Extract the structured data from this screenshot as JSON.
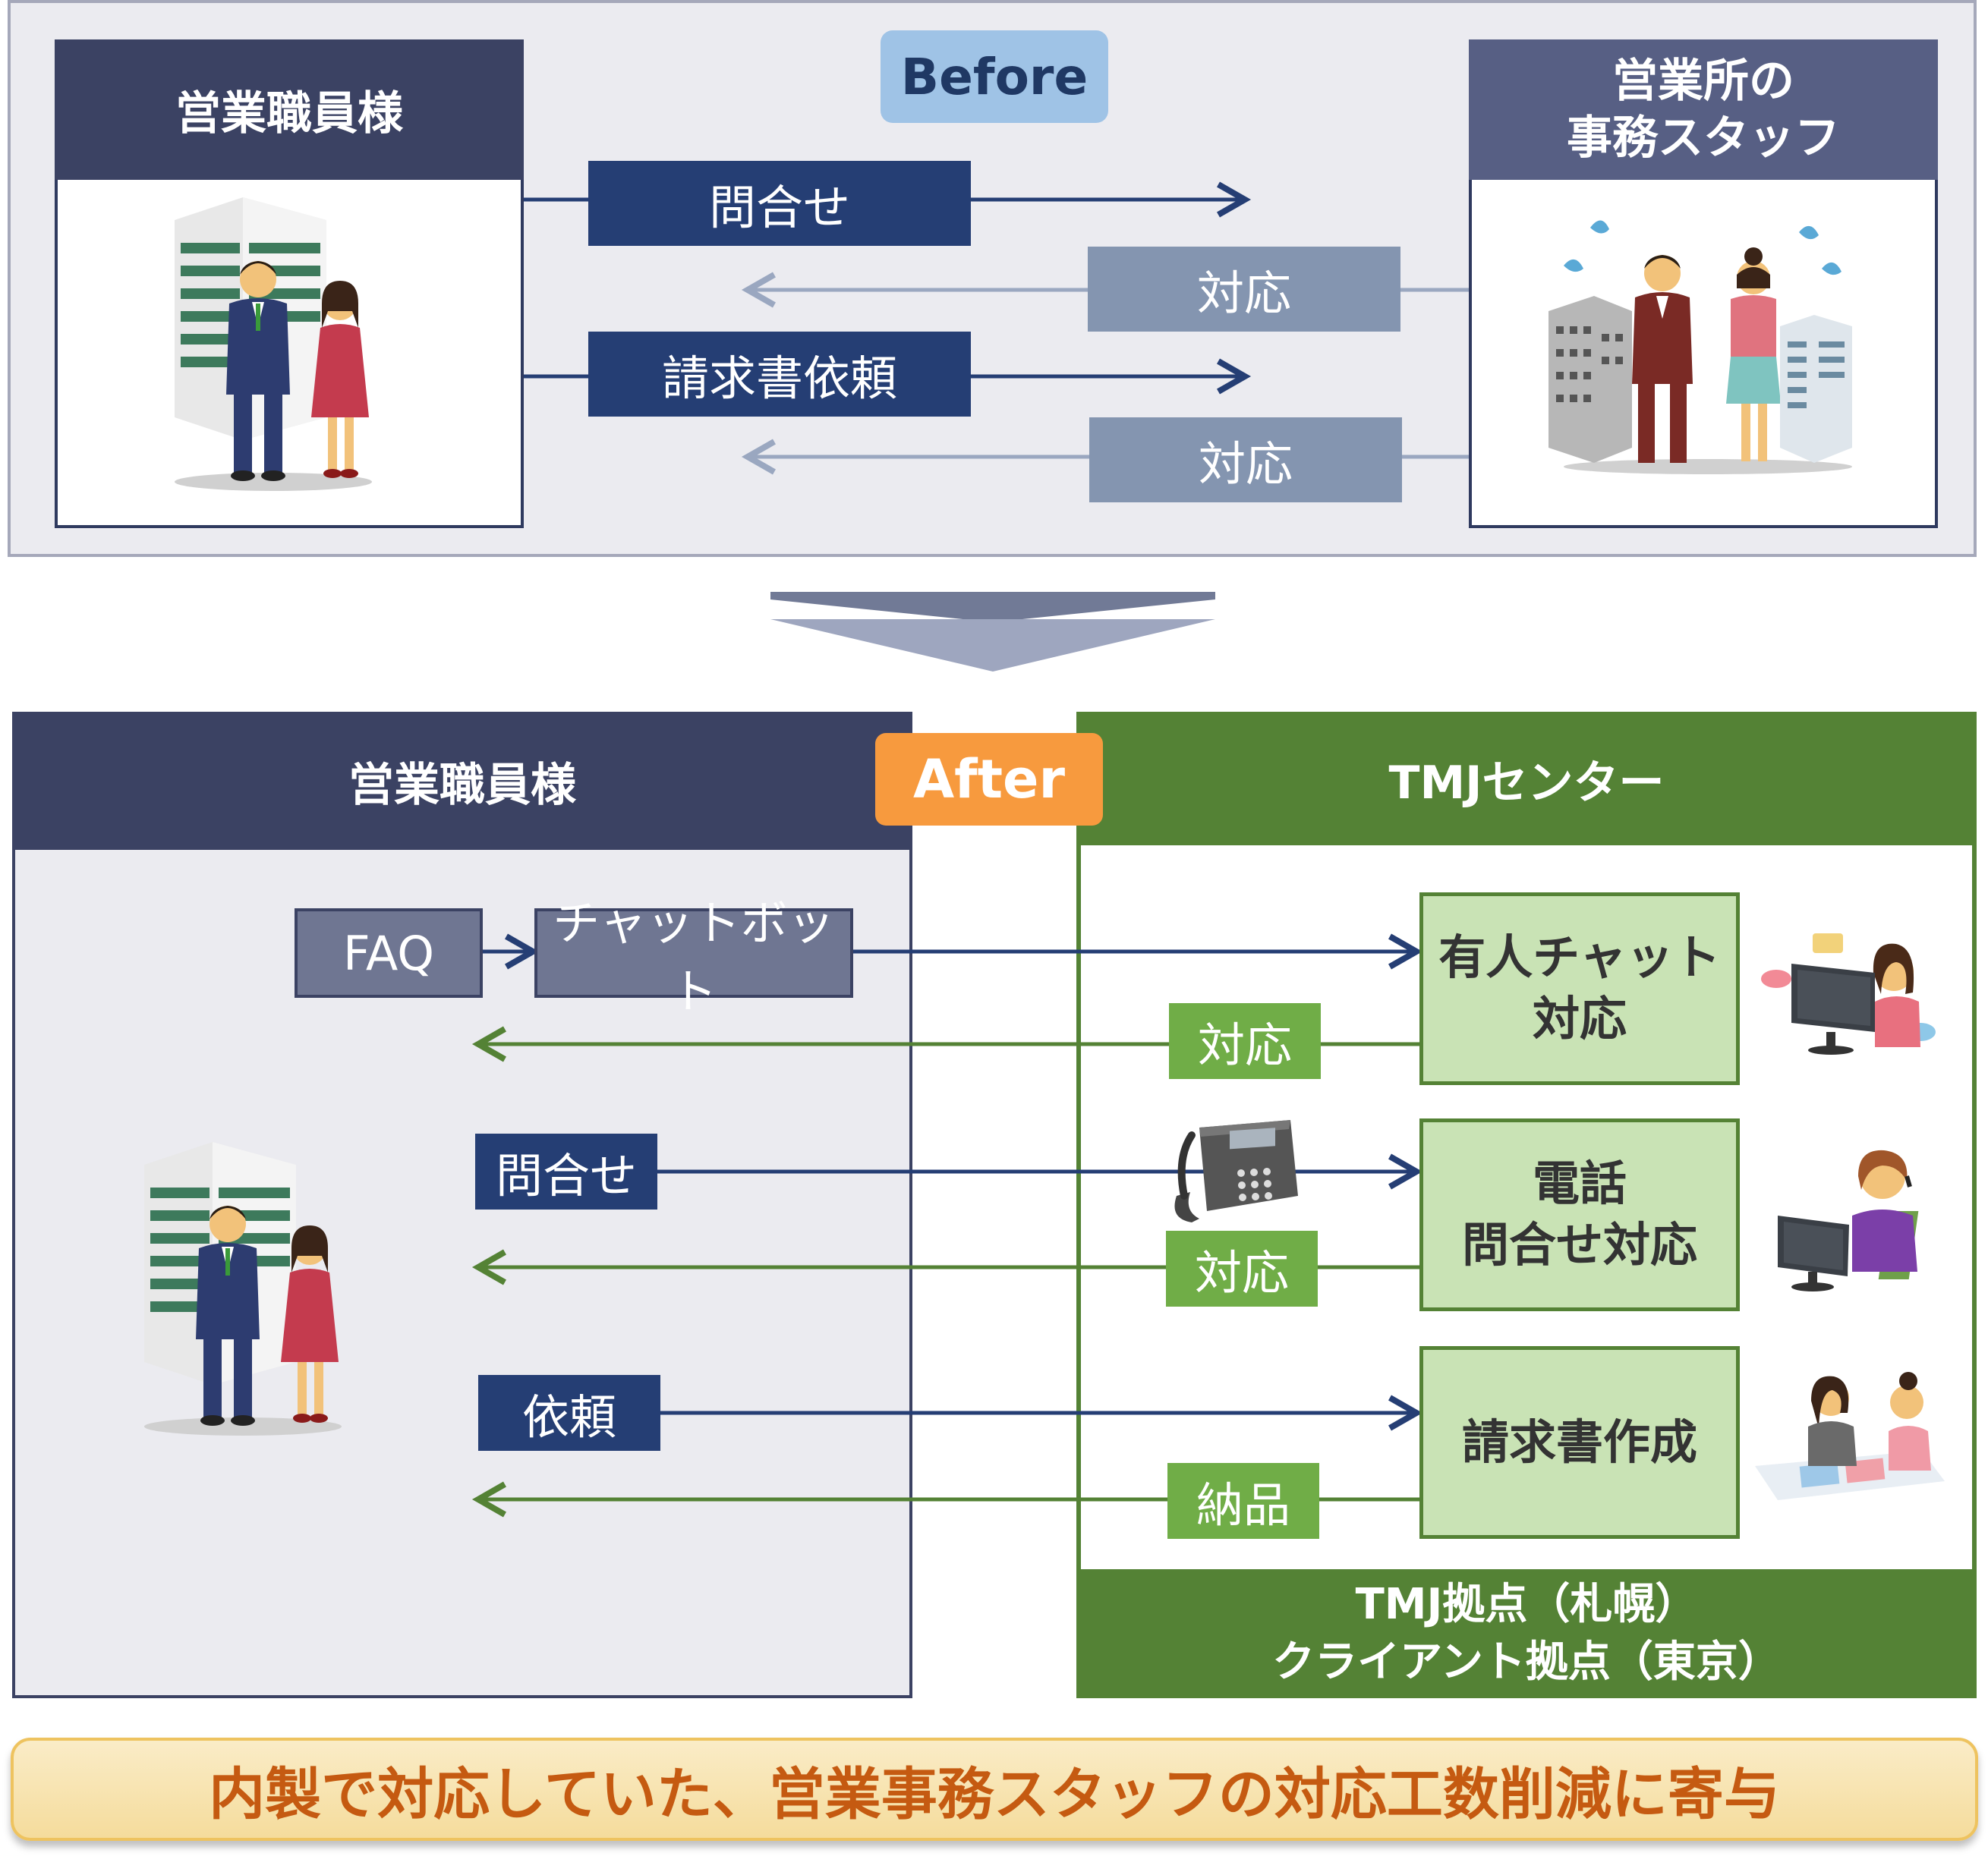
{
  "before": {
    "badge": "Before",
    "left_title": "営業職員様",
    "right_title_line1": "営業所の",
    "right_title_line2": "事務スタッフ",
    "request1": "問合せ",
    "response1": "対応",
    "request2": "請求書依頼",
    "response2": "対応"
  },
  "after": {
    "badge": "After",
    "left_title": "営業職員様",
    "right_title": "TMJセンター",
    "faq": "FAQ",
    "chatbot": "チャットボット",
    "inquiry": "問合せ",
    "request": "依頼",
    "response_chat": "対応",
    "response_phone": "対応",
    "delivery": "納品",
    "service_chat_line1": "有人チャット",
    "service_chat_line2": "対応",
    "service_phone_line1": "電話",
    "service_phone_line2": "問合せ対応",
    "service_invoice": "請求書作成",
    "footer_line1": "TMJ拠点（札幌）",
    "footer_line2": "クライアント拠点（東京）"
  },
  "banner": "内製で対応していた、営業事務スタッフの対応工数削減に寄与",
  "colors": {
    "navy": "#253e74",
    "slate": "#3b4263",
    "green": "#548235",
    "light_green": "#c9e3b5",
    "orange": "#f79a3e",
    "banner_text": "#c55a11"
  }
}
